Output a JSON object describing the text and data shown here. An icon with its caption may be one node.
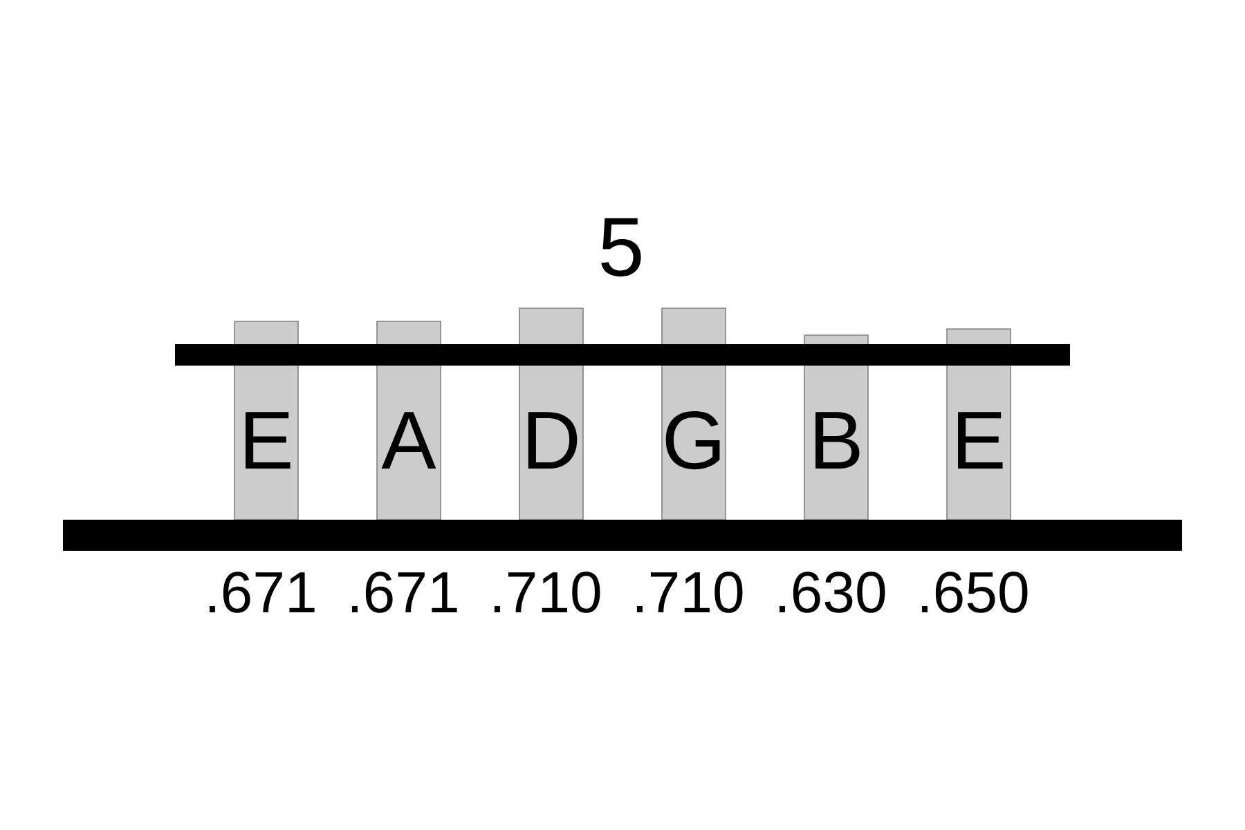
{
  "diagram": {
    "nodes": [
      {
        "text": [
          "E"
        ],
        "beside": [
          ".671"
        ]
      },
      {
        "text": [
          "A"
        ],
        "beside": [
          ".671"
        ]
      },
      {
        "text": [
          "D"
        ],
        "beside": [
          ".710"
        ]
      },
      {
        "text": [
          "G"
        ],
        "beside": [
          ".710"
        ]
      },
      {
        "text": [
          "B"
        ],
        "beside": [
          ".630"
        ]
      },
      {
        "text": [
          "E"
        ],
        "beside": [
          ".650"
        ]
      },
      {
        "text": [],
        "shape": "bar"
      },
      {
        "text": [],
        "shape": "bar"
      }
    ],
    "labels": [
      "5"
    ]
  }
}
